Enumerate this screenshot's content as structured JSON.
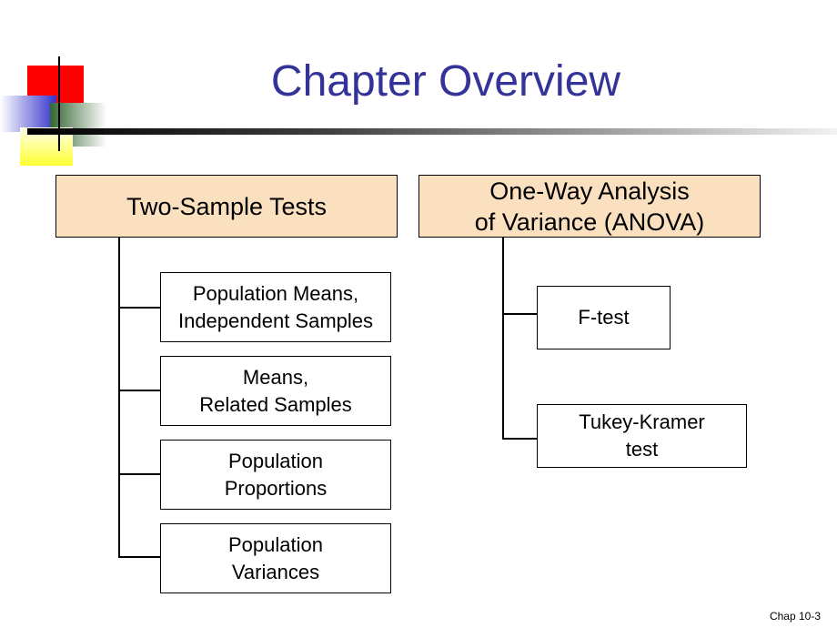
{
  "slide": {
    "title": "Chapter Overview",
    "footer": "Chap 10-3"
  },
  "left_branch": {
    "header": "Two-Sample Tests",
    "items": [
      "Population Means,\nIndependent Samples",
      "Means,\nRelated Samples",
      "Population\nProportions",
      "Population\nVariances"
    ]
  },
  "right_branch": {
    "header": "One-Way Analysis\nof Variance (ANOVA)",
    "items": [
      "F-test",
      "Tukey-Kramer\ntest"
    ]
  },
  "colors": {
    "title": "#333399",
    "header_fill": "#fbe0c0",
    "deco_red": "#ff0000",
    "deco_blue": "#3333cc",
    "deco_green": "#336633",
    "deco_yellow": "#ffff33"
  }
}
